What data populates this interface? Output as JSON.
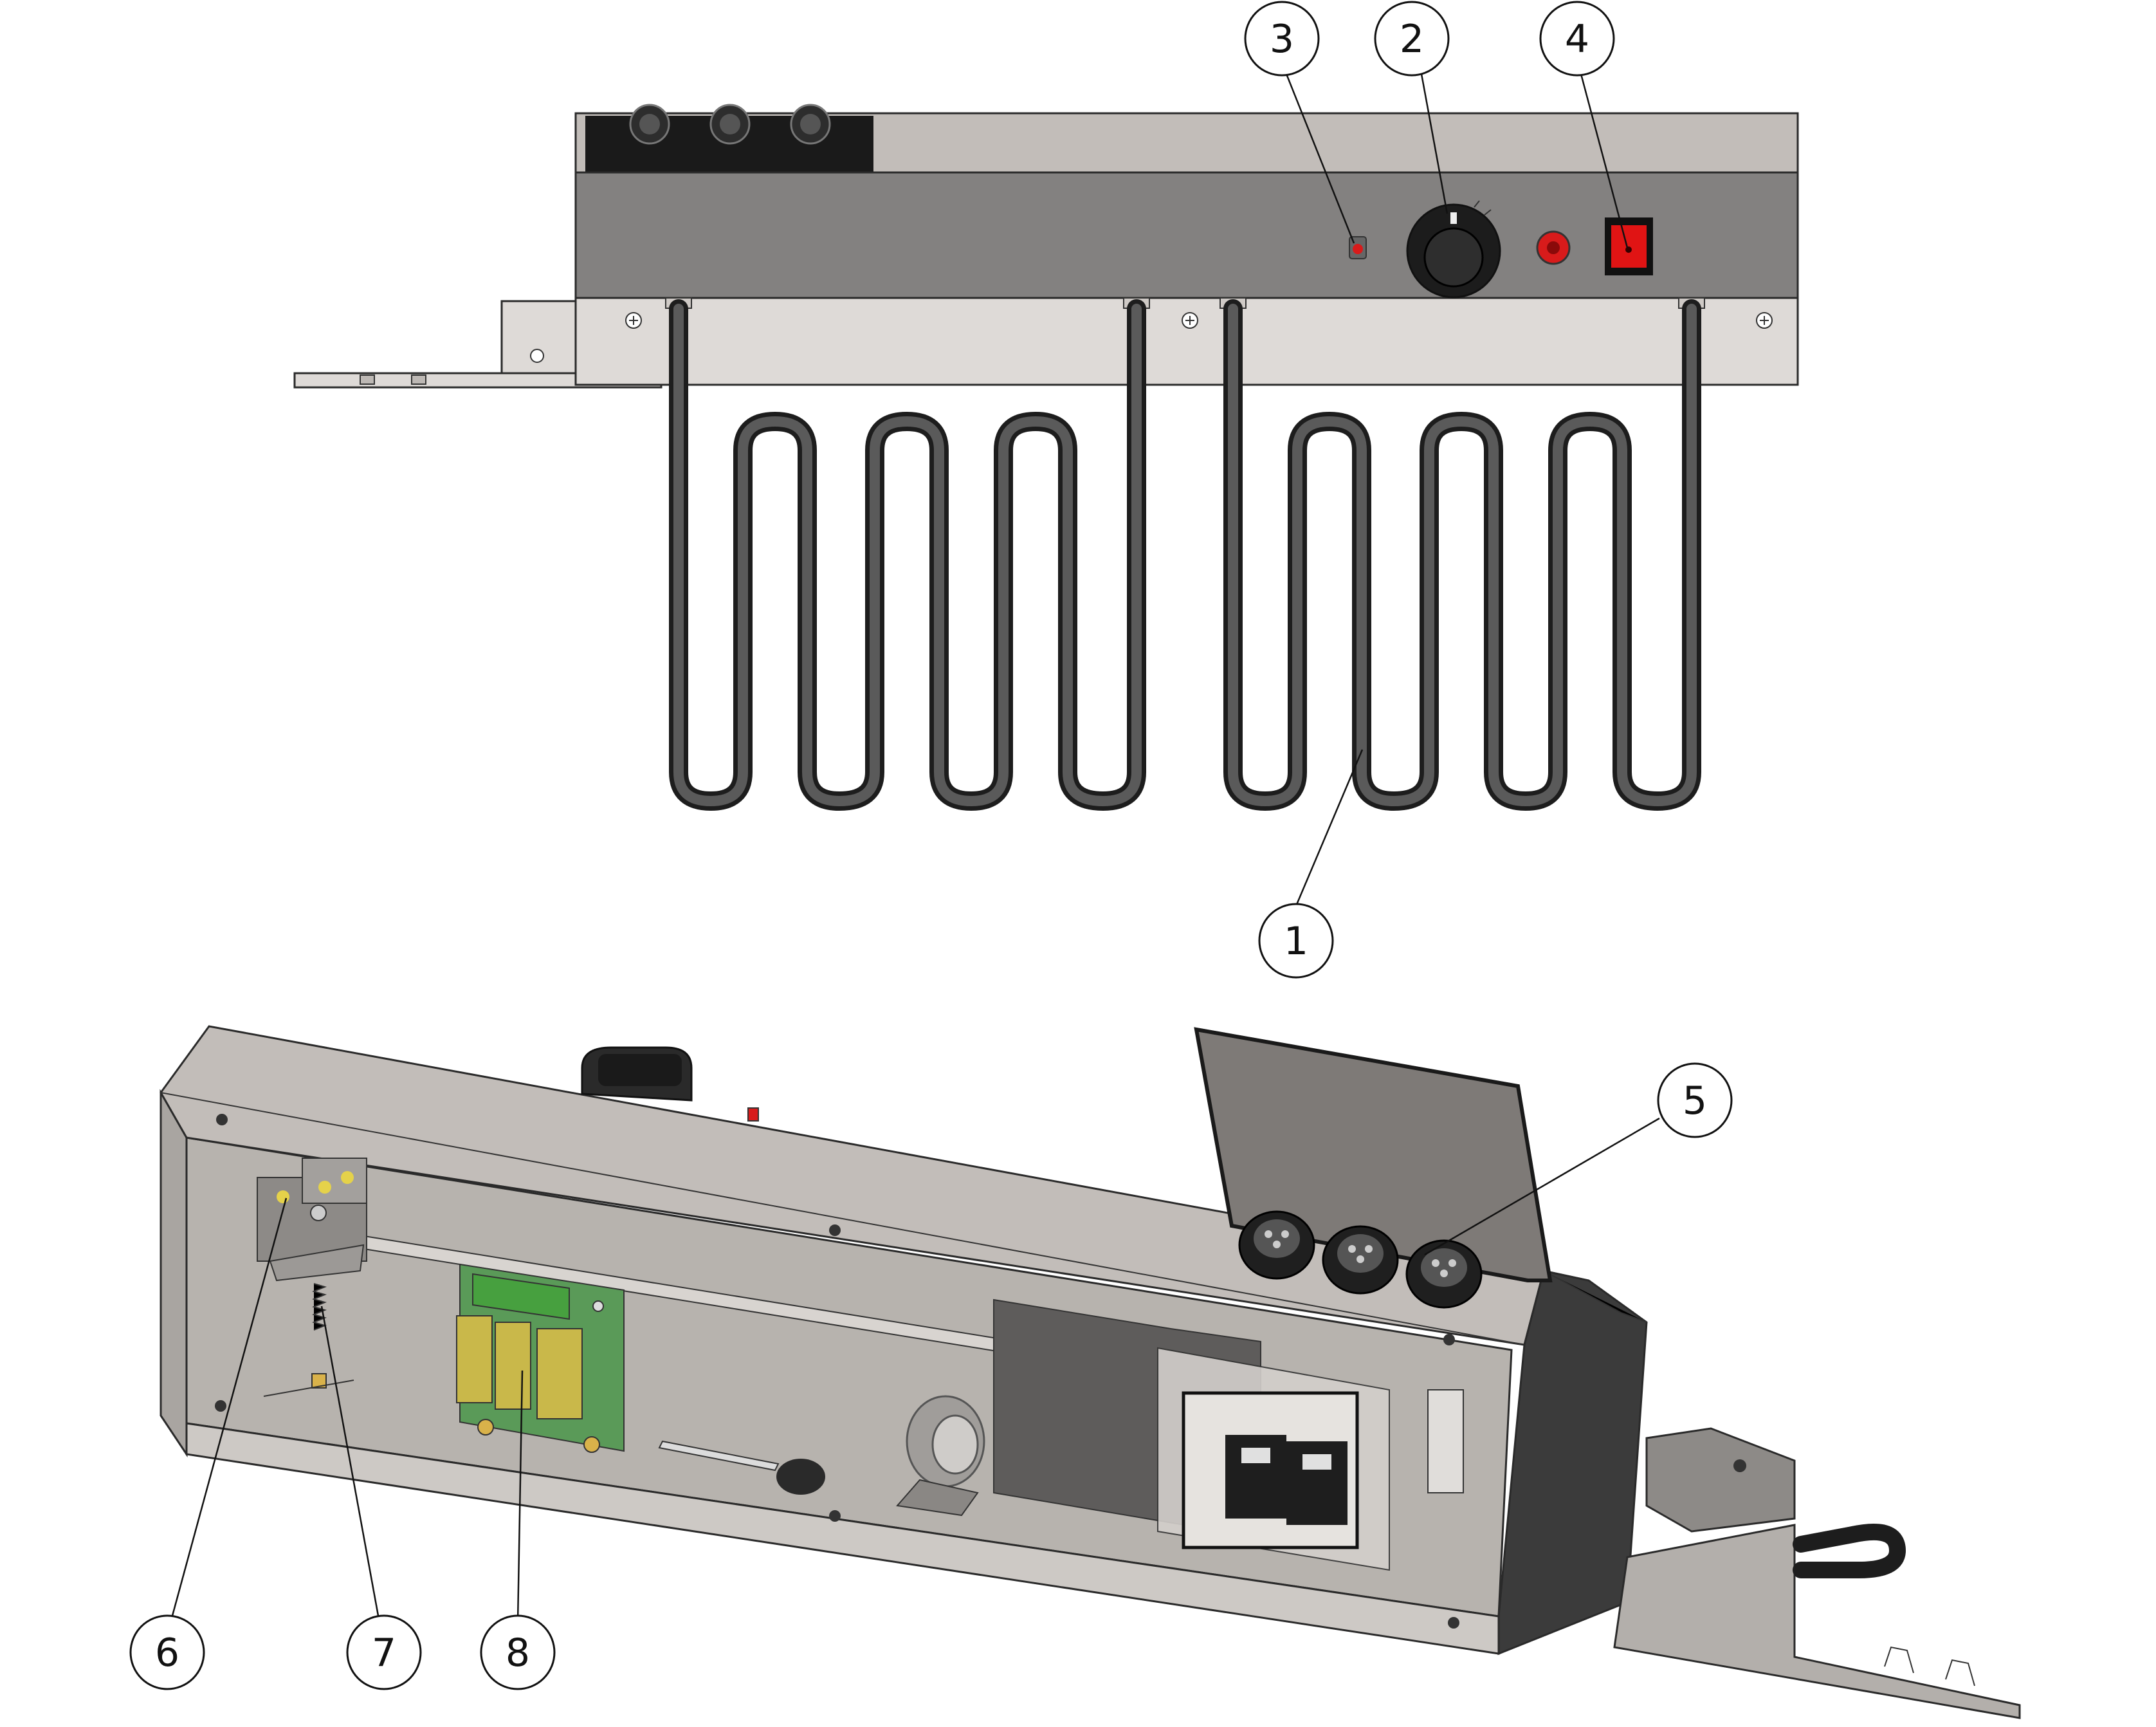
{
  "callouts": [
    {
      "id": "1",
      "label": "1"
    },
    {
      "id": "2",
      "label": "2"
    },
    {
      "id": "3",
      "label": "3"
    },
    {
      "id": "4",
      "label": "4"
    },
    {
      "id": "5",
      "label": "5"
    },
    {
      "id": "6",
      "label": "6"
    },
    {
      "id": "7",
      "label": "7"
    },
    {
      "id": "8",
      "label": "8"
    }
  ],
  "colors": {
    "panel_light": "#c2bdb9",
    "panel_dark": "#838180",
    "mount_plate": "#dedad7",
    "coil": "#2b2b2b",
    "indicator_red": "#d81b1b",
    "connector_black": "#1a1a1a",
    "pcb_green": "#4fa84a",
    "relay_yellow": "#c9b84a"
  }
}
